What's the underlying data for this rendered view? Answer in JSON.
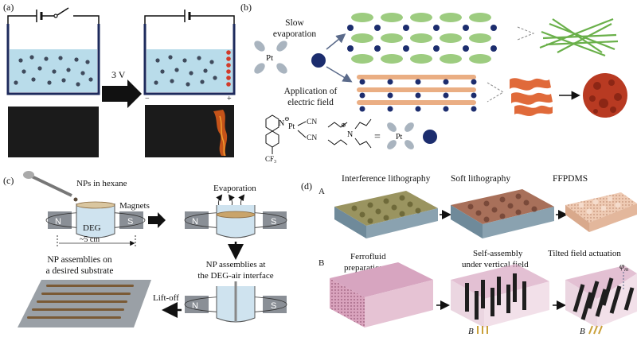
{
  "panels": {
    "a": {
      "label": "(a)",
      "voltage": "3 V",
      "minus": "−",
      "plus": "+"
    },
    "b": {
      "label": "(b)",
      "pt": "Pt",
      "slow_evaporation": [
        "Slow",
        "evaporation"
      ],
      "electric_field": [
        "Application of",
        "electric field"
      ],
      "formula_n": "N",
      "formula_pt": "Pt",
      "formula_cn1": "CN",
      "formula_cn2": "CN",
      "formula_cf3": "CF",
      "formula_cf3_sub": "3",
      "formula_n2": "N",
      "formula_minus": "⊖",
      "formula_plus": "⊕",
      "equals": "="
    },
    "c": {
      "label": "(c)",
      "nps_hexane": "NPs in hexane",
      "magnets": "Magnets",
      "deg": "DEG",
      "size": "~5 cm",
      "evaporation": "Evaporation",
      "n": "N",
      "s": "S",
      "assemblies_interface": [
        "NP assemblies at",
        "the DEG-air interface"
      ],
      "assemblies_substrate": [
        "NP assemblies on",
        "a desired substrate"
      ],
      "lift_off": "Lift-off"
    },
    "d": {
      "label": "(d)",
      "row_a": "A",
      "row_b": "B",
      "interference": "Interference lithography",
      "soft": "Soft lithography",
      "ffpdms": "FFPDMS",
      "ferrofluid": [
        "Ferrofluid",
        "preparation"
      ],
      "self_assembly": [
        "Self-assembly",
        "under vertical field"
      ],
      "tilted": "Tilted field actuation",
      "phi": "φ",
      "phi_sub": "m",
      "b_field": "B"
    }
  },
  "colors": {
    "solution": "#b9dcea",
    "particle": "#3f4a5c",
    "red_particle": "#d23a2a",
    "dark_photo": "#1b1b1b",
    "green_fiber": "#7cbf5a",
    "navy_dot": "#1c2d6e",
    "orange_sheet": "#e06a3a",
    "red_ball": "#b83a22",
    "magnet": "#8a8f96",
    "substrate": "#7a5a36",
    "pink_film": "#c48aa6",
    "peach_film": "#e8c0a8",
    "olive_film": "#9a9460"
  }
}
